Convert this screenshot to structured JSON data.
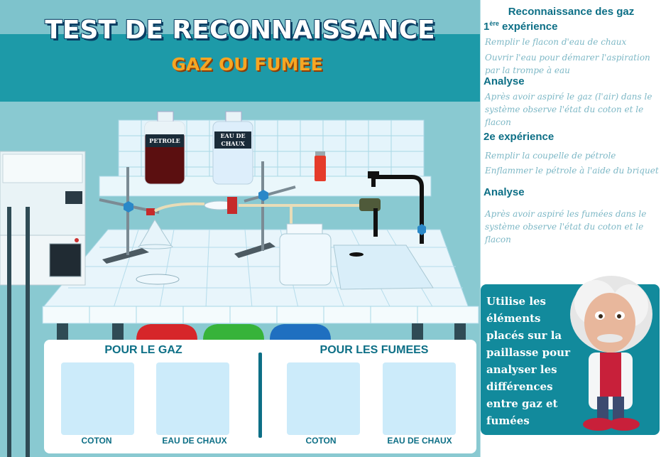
{
  "header": {
    "title": "TEST DE RECONNAISSANCE",
    "subtitle": "GAZ OU FUMEE"
  },
  "bottles": {
    "petrol_label": "PETROLE",
    "limewater_label_line1": "EAU DE",
    "limewater_label_line2": "CHAUX"
  },
  "panel": {
    "title": "Reconnaissance des gaz",
    "exp1_title_num": "1",
    "exp1_title_sup": "ère",
    "exp1_title_rest": " expérience",
    "exp1_step1": "Remplir le flacon d'eau de chaux",
    "exp1_step2": "Ouvrir l'eau pour démarer l'aspiration par la trompe à eau",
    "analyse1_title": "Analyse",
    "analyse1_text": "Après avoir aspiré le gaz (l'air) dans le système observe l'état du coton et le flacon",
    "exp2_title": "2e expérience",
    "exp2_step1": "Remplir la coupelle de pétrole",
    "exp2_step2": "Enflammer le pétrole à l'aide du briquet",
    "analyse2_title": "Analyse",
    "analyse2_text": "Après avoir aspiré les fumées dans le système observe l'état du coton et le flacon"
  },
  "assistant": {
    "message": "Utilise les éléments placés sur la paillasse pour analyser  les différences entre gaz et fumées"
  },
  "results": {
    "gas_header": "POUR LE GAZ",
    "smoke_header": "POUR LES FUMEES",
    "gas_cotton": "COTON",
    "gas_limewater": "EAU DE CHAUX",
    "smoke_cotton": "COTON",
    "smoke_limewater": "EAU DE CHAUX"
  },
  "colors": {
    "teal_dark": "#0d6f86",
    "teal_band": "#1d9aa8",
    "subtitle_orange": "#f6a623",
    "slot_blue": "#ccebfa",
    "tile": "#e8f5fb"
  }
}
